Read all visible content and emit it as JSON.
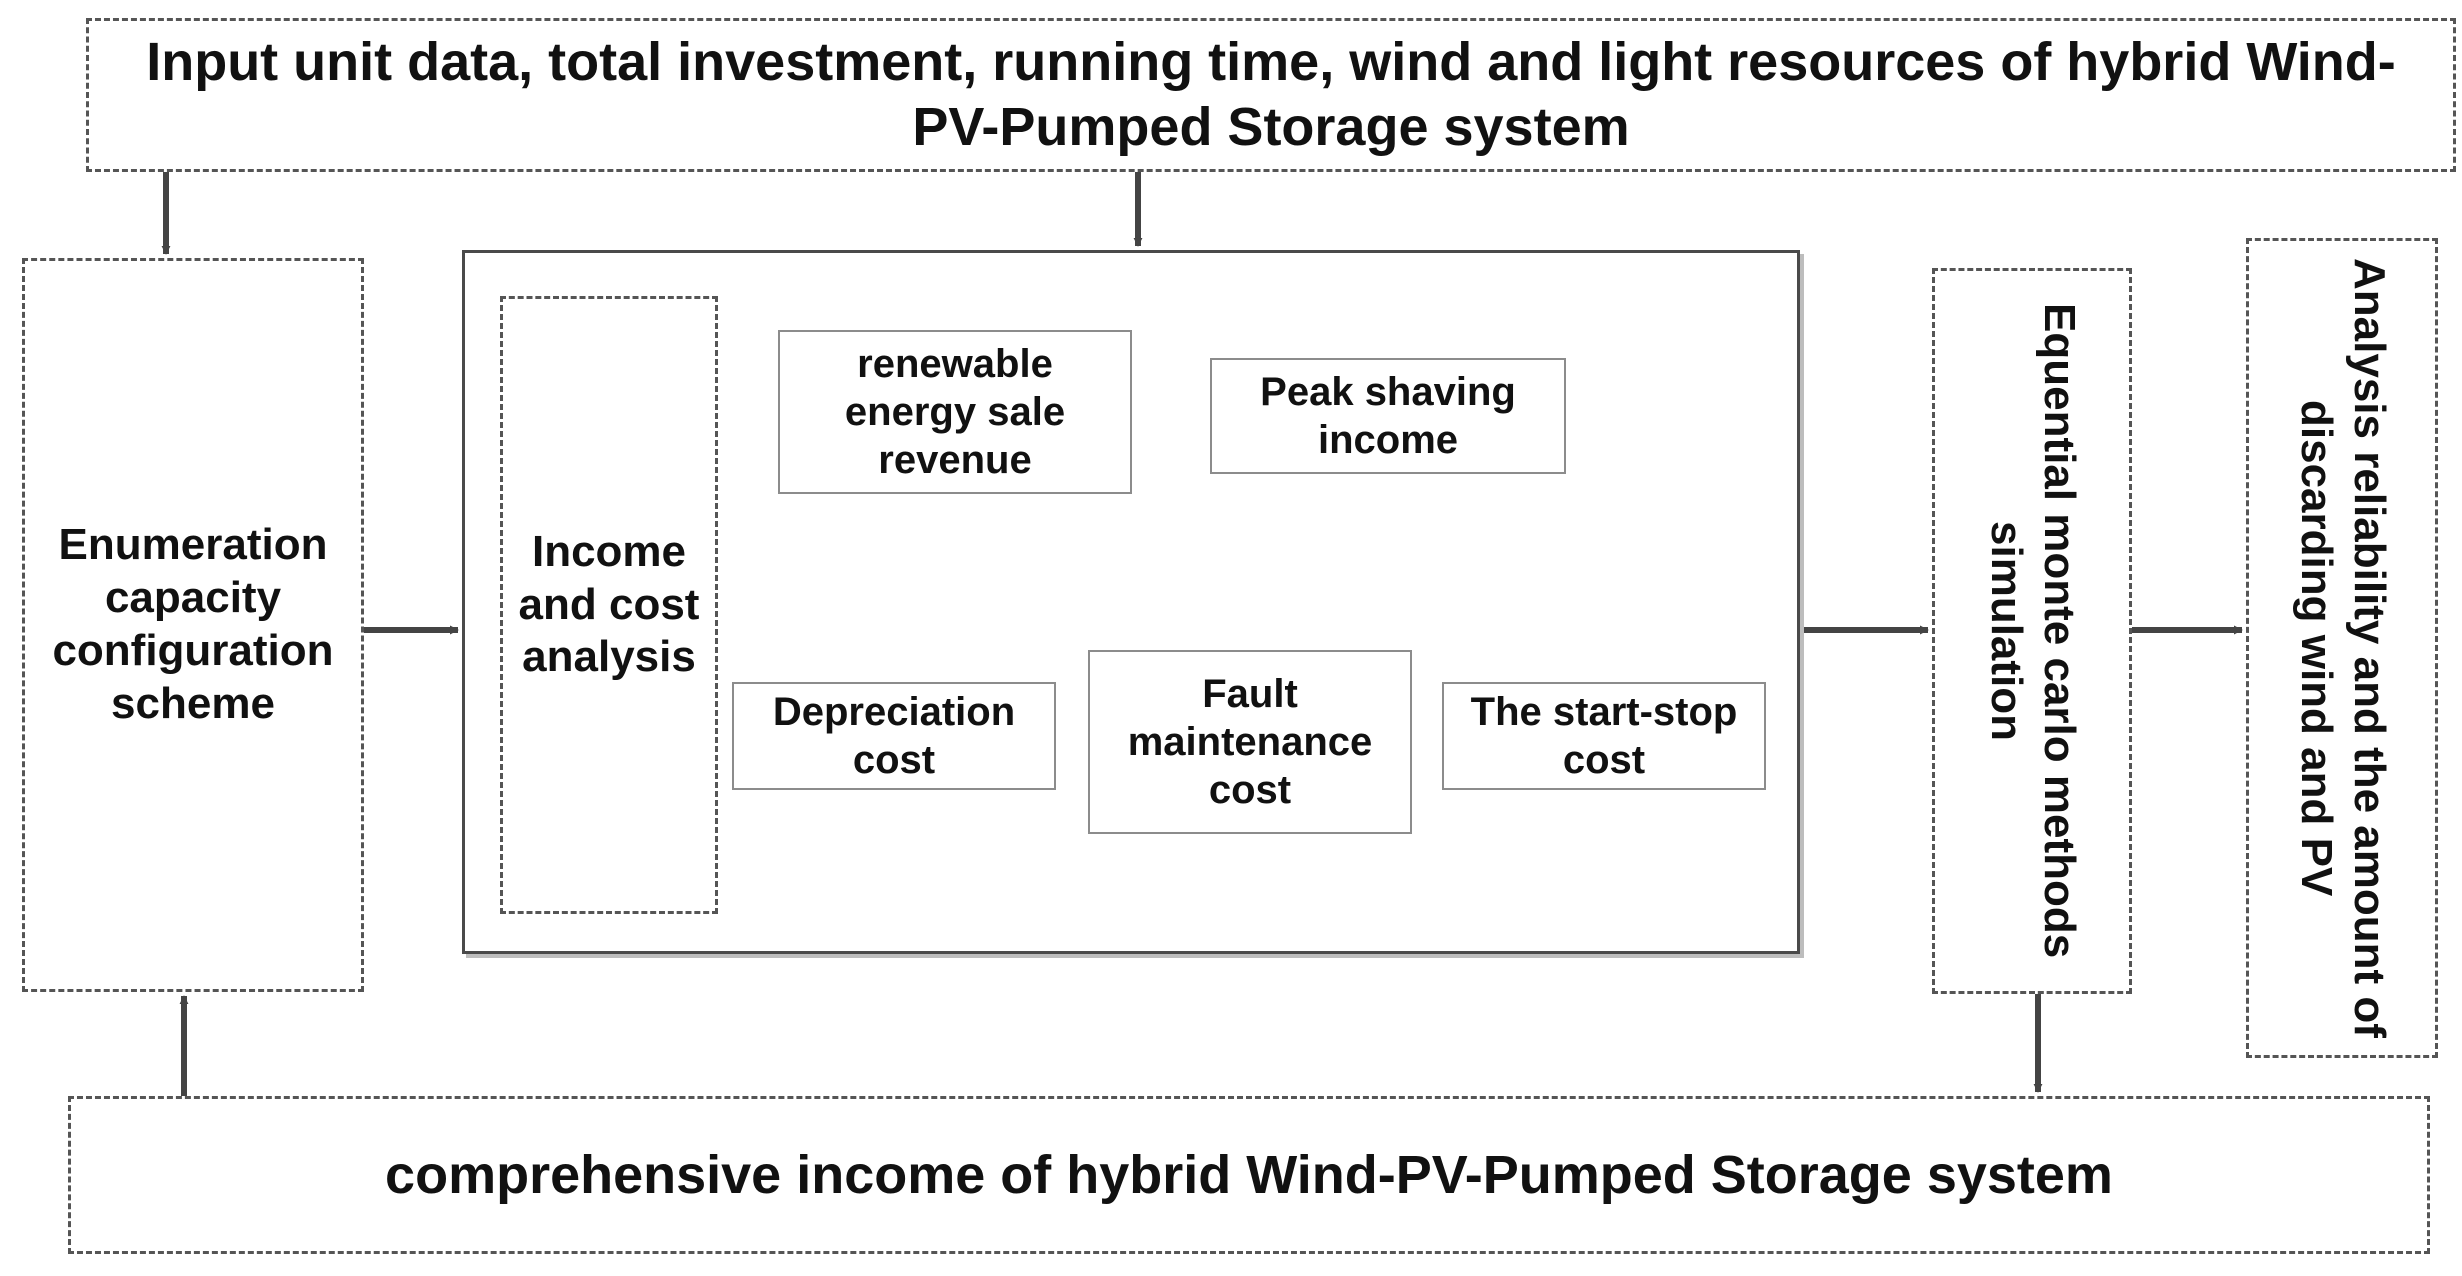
{
  "diagram": {
    "nodes": {
      "input": "Input  unit data, total investment, running time, wind and light resources of hybrid Wind-PV-Pumped Storage system",
      "enumeration": "Enumeration capacity configuration scheme",
      "income_cost": "Income and cost analysis",
      "renewable_revenue": "renewable energy sale revenue",
      "peak_shaving": "Peak shaving income",
      "depreciation": "Depreciation cost",
      "fault_maintenance": "Fault maintenance cost",
      "start_stop": "The start-stop cost",
      "monte_carlo": "Equential monte carlo methods simulation",
      "analysis": "Analysis reliability and the amount of discarding wind and PV",
      "comprehensive": "comprehensive income of hybrid Wind-PV-Pumped Storage system"
    },
    "colors": {
      "border": "#555555",
      "arrow": "#444444",
      "text": "#111111",
      "background": "#ffffff"
    }
  }
}
